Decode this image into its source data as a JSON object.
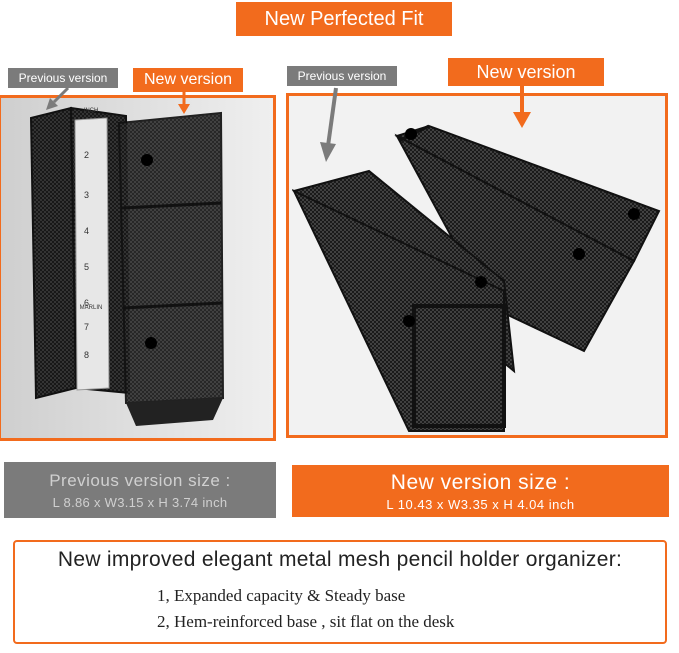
{
  "title": "New Perfected Fit",
  "left_panel": {
    "previous_tag": "Previous version",
    "new_tag": "New version",
    "ruler_marks": [
      "2",
      "3",
      "4",
      "5",
      "6",
      "7",
      "8"
    ],
    "ruler_unit": "INCH",
    "ruler_brand": "MARLIN"
  },
  "right_panel": {
    "previous_tag": "Previous version",
    "new_tag": "New version"
  },
  "previous_size": {
    "title": "Previous version size :",
    "dims": "L 8.86 x W3.15 x H 3.74 inch"
  },
  "new_size": {
    "title": "New version size :",
    "dims": "L 10.43 x W3.35 x H 4.04 inch"
  },
  "features": {
    "heading": "New improved elegant metal mesh pencil holder organizer:",
    "items": [
      "1, Expanded capacity & Steady base",
      "2, Hem-reinforced base , sit flat on the desk"
    ]
  },
  "colors": {
    "accent": "#f26b1d",
    "gray_tag": "#7b7b7b"
  }
}
